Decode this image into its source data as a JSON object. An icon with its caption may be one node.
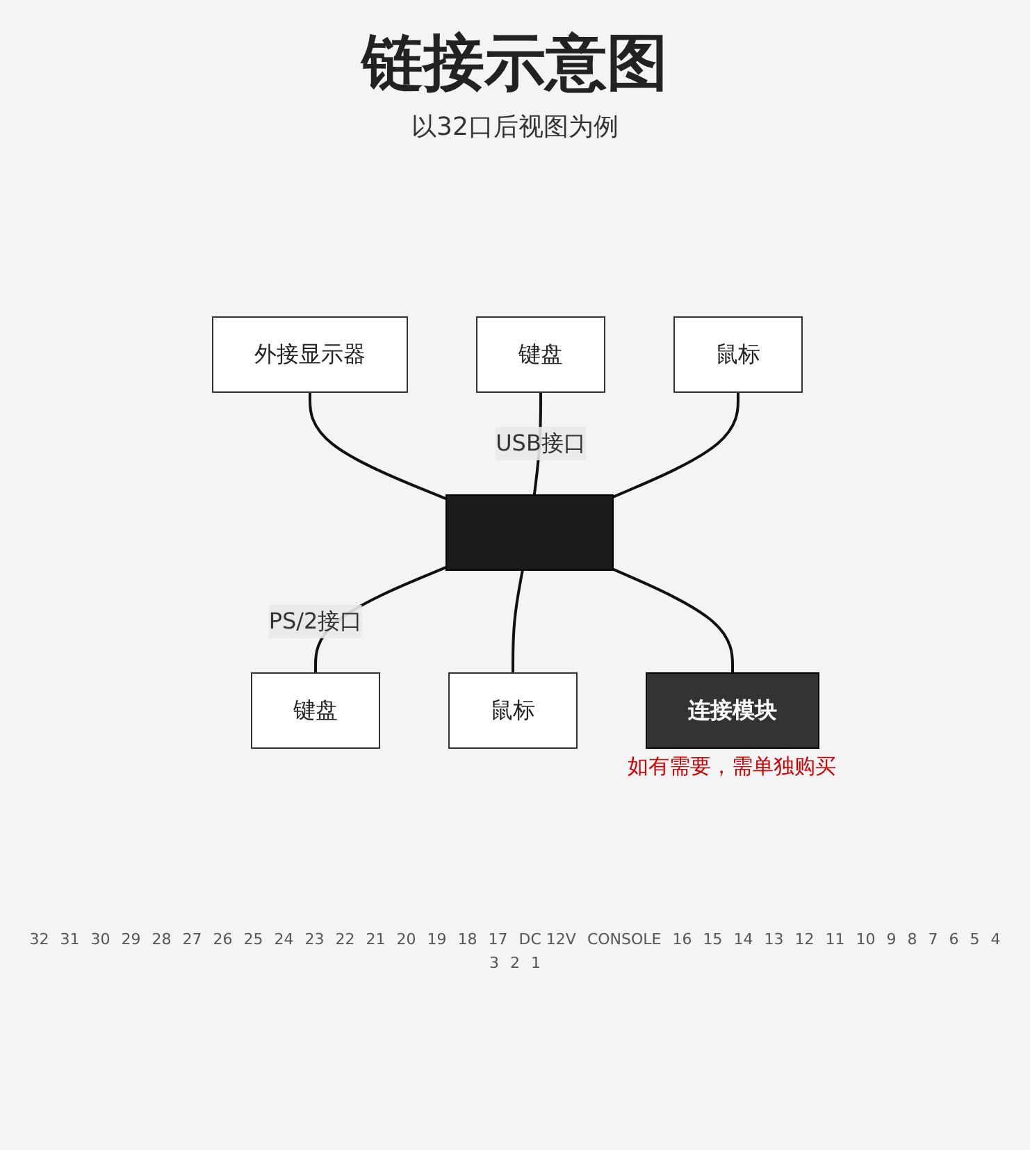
{
  "diagram": {
    "title": "链接示意图",
    "nodes": [
      {
        "text": [
          "外接显示器"
        ]
      },
      {
        "text": [
          "键盘"
        ]
      },
      {
        "text": [
          "鼠标"
        ]
      },
      {
        "text": [],
        "shape": "box"
      },
      {
        "text": [
          "键盘"
        ]
      },
      {
        "text": [
          "鼠标"
        ]
      },
      {
        "text": [
          "连接模块"
        ],
        "beside": [
          "如有需要，需单独购买"
        ]
      }
    ],
    "edges": [
      {
        "from": 0,
        "to": 3,
        "arrow": "none"
      },
      {
        "from": 1,
        "to": 3,
        "arrow": "none",
        "label": "USB接口"
      },
      {
        "from": 2,
        "to": 3,
        "arrow": "none"
      },
      {
        "from": 4,
        "to": 3,
        "arrow": "none",
        "label": "PS/2接口"
      },
      {
        "from": 5,
        "to": 3,
        "arrow": "none"
      },
      {
        "from": 6,
        "to": 3,
        "arrow": "none"
      }
    ],
    "labels": [
      "以32口后视图为例",
      "32",
      "31",
      "30",
      "29",
      "28",
      "27",
      "26",
      "25",
      "24",
      "23",
      "22",
      "21",
      "20",
      "19",
      "18",
      "17",
      "DC 12V",
      "CONSOLE",
      "16",
      "15",
      "14",
      "13",
      "12",
      "11",
      "10",
      "9",
      "8",
      "7",
      "6",
      "5",
      "4",
      "3",
      "2",
      "1"
    ]
  }
}
